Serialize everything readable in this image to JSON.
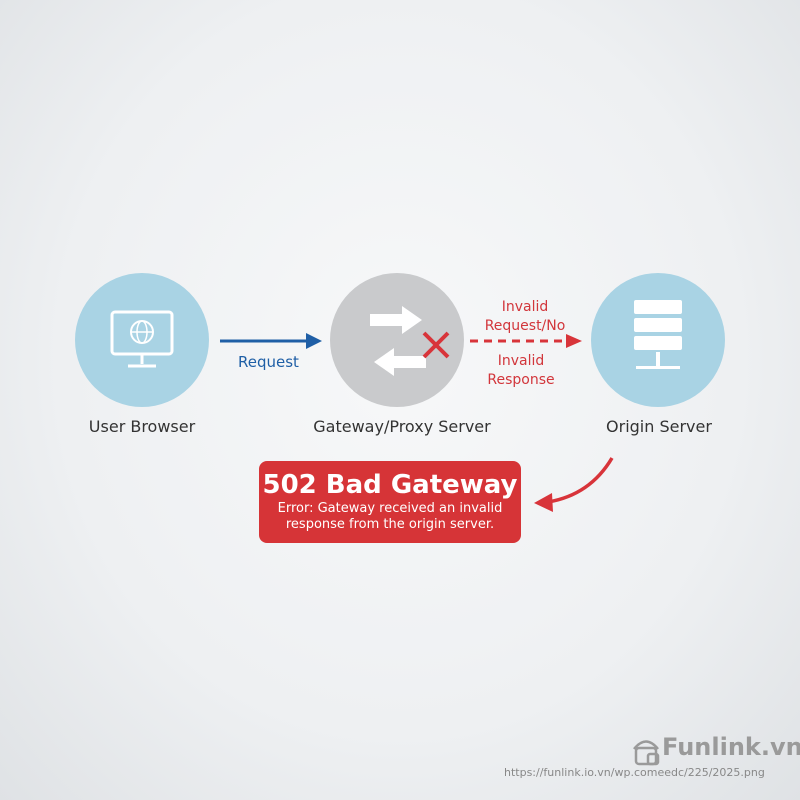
{
  "nodes": {
    "user": "User Browser",
    "gateway": "Gateway/Proxy Server",
    "origin": "Origin Server"
  },
  "edges": {
    "request": "Request",
    "invalid_line1": "Invalid",
    "invalid_line2": "Request/No",
    "invalid_line3": "Invalid",
    "invalid_line4": "Response"
  },
  "error": {
    "title": "502 Bad Gateway",
    "line1": "Error: Gateway received an invalid",
    "line2": "response from the origin server."
  },
  "watermark": {
    "brand": "Funlink.vn",
    "url": "https://funlink.io.vn/wp.comeedc/225/2025.png"
  },
  "colors": {
    "blue_node": "#a9d3e4",
    "gray_node": "#c9cacc",
    "request_arrow": "#1f5fa6",
    "error_red": "#d63437"
  }
}
